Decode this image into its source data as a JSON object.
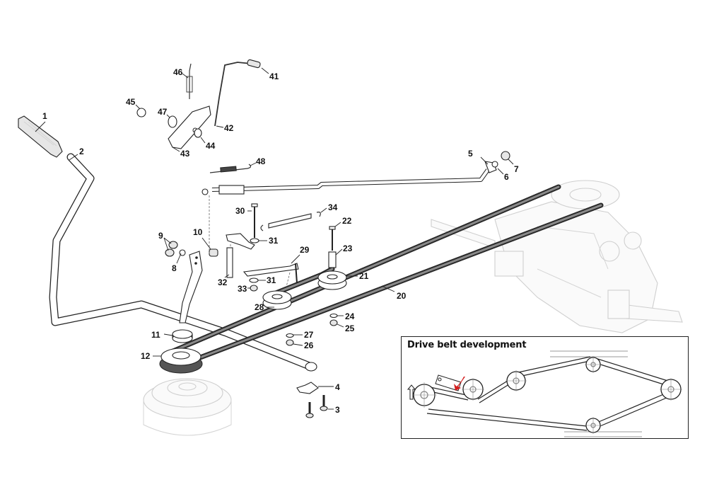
{
  "diagram": {
    "type": "exploded-parts-diagram",
    "subject": "Drive belt and clutch pedal assembly",
    "callouts": [
      {
        "num": "1",
        "part": "pedal-pad"
      },
      {
        "num": "2",
        "part": "clutch-pedal-rod"
      },
      {
        "num": "3",
        "part": "screw"
      },
      {
        "num": "4",
        "part": "belt-guide-clip"
      },
      {
        "num": "5",
        "part": "rod-end-fitting"
      },
      {
        "num": "6",
        "part": "washer"
      },
      {
        "num": "7",
        "part": "nut"
      },
      {
        "num": "8",
        "part": "washer"
      },
      {
        "num": "9",
        "part": "bushing"
      },
      {
        "num": "10",
        "part": "pin"
      },
      {
        "num": "11",
        "part": "spacer"
      },
      {
        "num": "12",
        "part": "engine-pulley"
      },
      {
        "num": "20",
        "part": "drive-belt"
      },
      {
        "num": "21",
        "part": "idler-pulley"
      },
      {
        "num": "22",
        "part": "bolt"
      },
      {
        "num": "23",
        "part": "spacer"
      },
      {
        "num": "24",
        "part": "washer"
      },
      {
        "num": "25",
        "part": "nut"
      },
      {
        "num": "26",
        "part": "nut"
      },
      {
        "num": "27",
        "part": "washer"
      },
      {
        "num": "28",
        "part": "idler-pulley"
      },
      {
        "num": "29",
        "part": "idler-arm"
      },
      {
        "num": "30",
        "part": "bolt"
      },
      {
        "num": "31",
        "part": "washer"
      },
      {
        "num": "32",
        "part": "spacer-tube"
      },
      {
        "num": "33",
        "part": "nut"
      },
      {
        "num": "34",
        "part": "tension-spring"
      },
      {
        "num": "41",
        "part": "lever-rod"
      },
      {
        "num": "42",
        "part": "rod-hook"
      },
      {
        "num": "43",
        "part": "bracket-plate"
      },
      {
        "num": "44",
        "part": "pin"
      },
      {
        "num": "45",
        "part": "nut"
      },
      {
        "num": "46",
        "part": "spring"
      },
      {
        "num": "47",
        "part": "washer"
      },
      {
        "num": "48",
        "part": "spring"
      }
    ],
    "inset": {
      "title": "Drive belt development",
      "rotation_arrow_color": "#d42020"
    }
  }
}
